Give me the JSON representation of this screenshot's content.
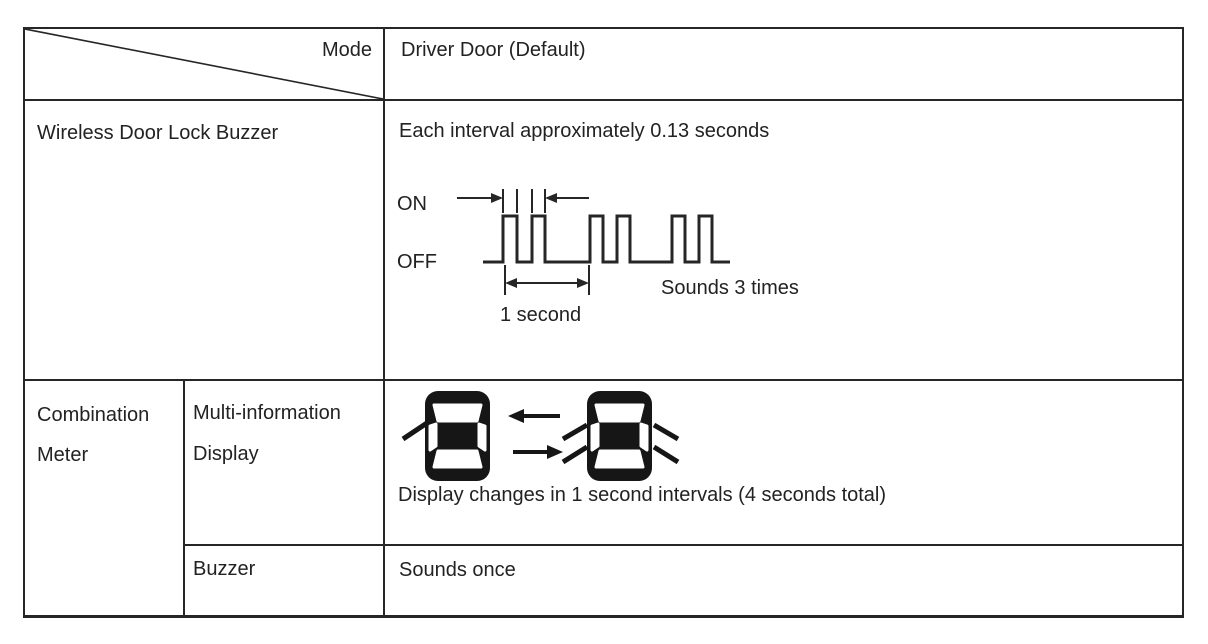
{
  "table": {
    "corner_label": "Mode",
    "mode_value": "Driver Door (Default)",
    "wireless": {
      "label": "Wireless Door Lock Buzzer",
      "description": "Each interval approximately 0.13 seconds",
      "on_label": "ON",
      "off_label": "OFF",
      "duration_label": "1 second",
      "sounds_label": "Sounds 3 times"
    },
    "combination": {
      "label": "Combination Meter",
      "multi_info": {
        "label": "Multi-information Display",
        "caption": "Display changes in 1 second intervals (4 seconds total)"
      },
      "buzzer": {
        "label": "Buzzer",
        "value": "Sounds once"
      }
    },
    "colors": {
      "border": "#262626",
      "text": "#222222",
      "icon": "#161616",
      "background": "#ffffff"
    }
  }
}
